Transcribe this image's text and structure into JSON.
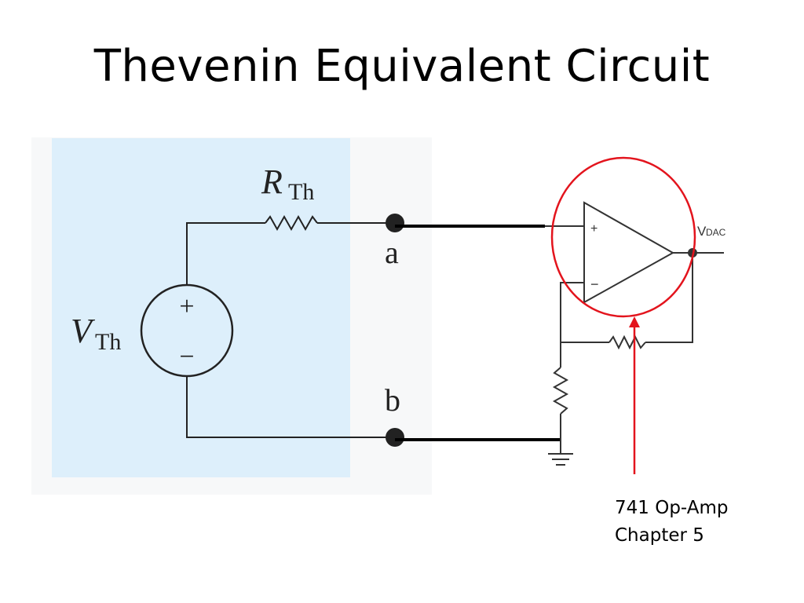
{
  "slide": {
    "title": "Thevenin Equivalent Circuit"
  },
  "thevenin": {
    "resistor_label": "R",
    "resistor_sub": "Th",
    "source_label": "V",
    "source_sub": "Th",
    "plus_sign": "+",
    "minus_sign": "−",
    "terminal_a": "a",
    "terminal_b": "b",
    "box_color": "#ddeffb"
  },
  "opamp": {
    "plus_input": "+",
    "minus_input": "−",
    "output_label": "V",
    "output_sub": "DAC",
    "highlight_color": "#e3141d"
  },
  "annotation": {
    "line1": "741 Op-Amp",
    "line2": "Chapter 5"
  }
}
